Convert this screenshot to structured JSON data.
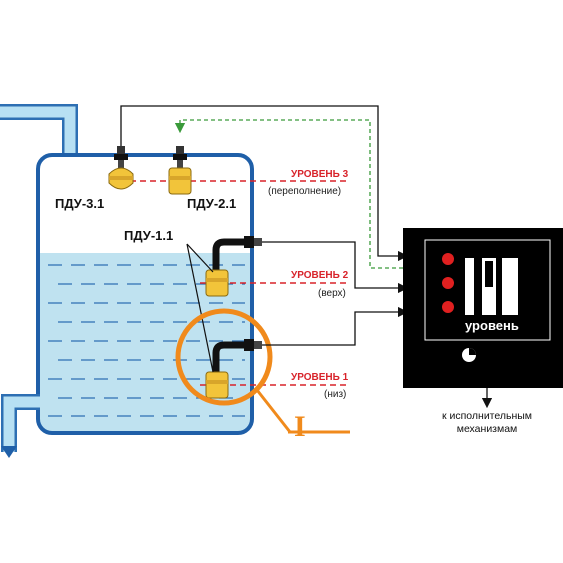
{
  "sensors": {
    "pdu31": "ПДУ-3.1",
    "pdu21": "ПДУ-2.1",
    "pdu11": "ПДУ-1.1"
  },
  "levels": [
    {
      "title": "УРОВЕНЬ 3",
      "subtitle": "(переполнение)"
    },
    {
      "title": "УРОВЕНЬ 2",
      "subtitle": "(верх)"
    },
    {
      "title": "УРОВЕНЬ 1",
      "subtitle": "(низ)"
    }
  ],
  "controller": {
    "label": "уровень"
  },
  "output": {
    "line1": "к исполнительным",
    "line2": "механизмам"
  },
  "callout": {
    "label": "I"
  },
  "colors": {
    "tank_outline": "#1f5fa8",
    "water": "#bfe2f0",
    "pipe": "#a9d8ef",
    "level_line": "#d8232a",
    "callout": "#f08a1c",
    "dashed_wire": "#3a9a3a",
    "sensor_body": "#f2c43a",
    "controller_bg": "#000000",
    "indicator_red": "#e02020"
  }
}
